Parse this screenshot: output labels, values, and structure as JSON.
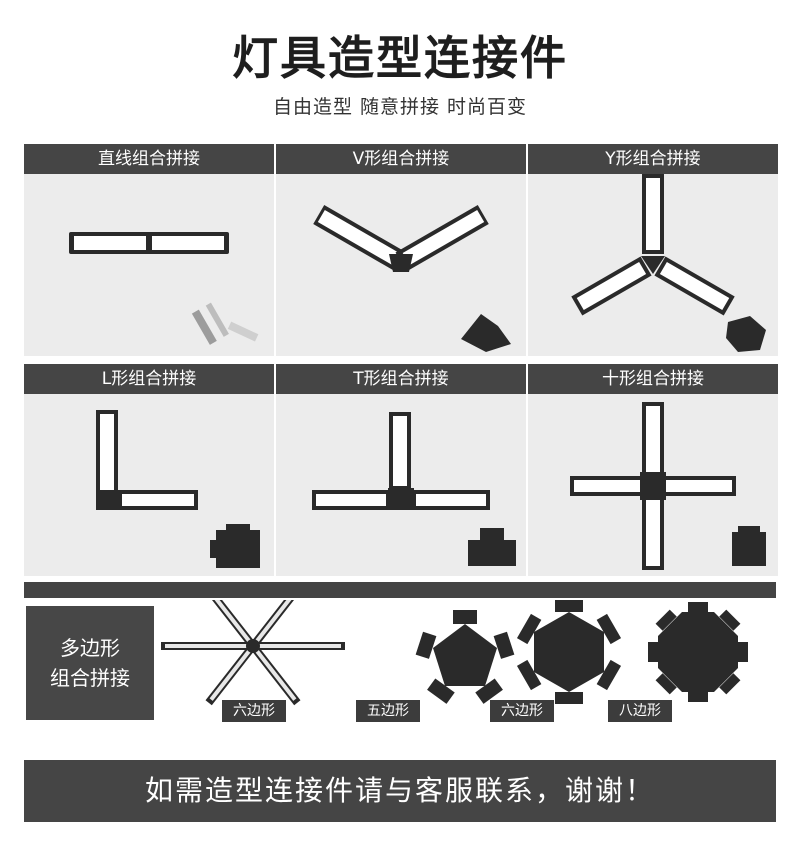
{
  "title": "灯具造型连接件",
  "subtitle": "自由造型 随意拼接 时尚百变",
  "panels": [
    {
      "label": "直线组合拼接"
    },
    {
      "label": "V形组合拼接"
    },
    {
      "label": "Y形组合拼接"
    },
    {
      "label": "L形组合拼接"
    },
    {
      "label": "T形组合拼接"
    },
    {
      "label": "十形组合拼接"
    }
  ],
  "polygon": {
    "label_line1": "多边形",
    "label_line2": "组合拼接",
    "captions": [
      "六边形",
      "五边形",
      "六边形",
      "八边形"
    ]
  },
  "footer": "如需造型连接件请与客服联系，谢谢！",
  "colors": {
    "header": "#454545",
    "panel_bg": "#ececec",
    "connector": "#2a2a2a",
    "lamp": "#ffffff"
  }
}
